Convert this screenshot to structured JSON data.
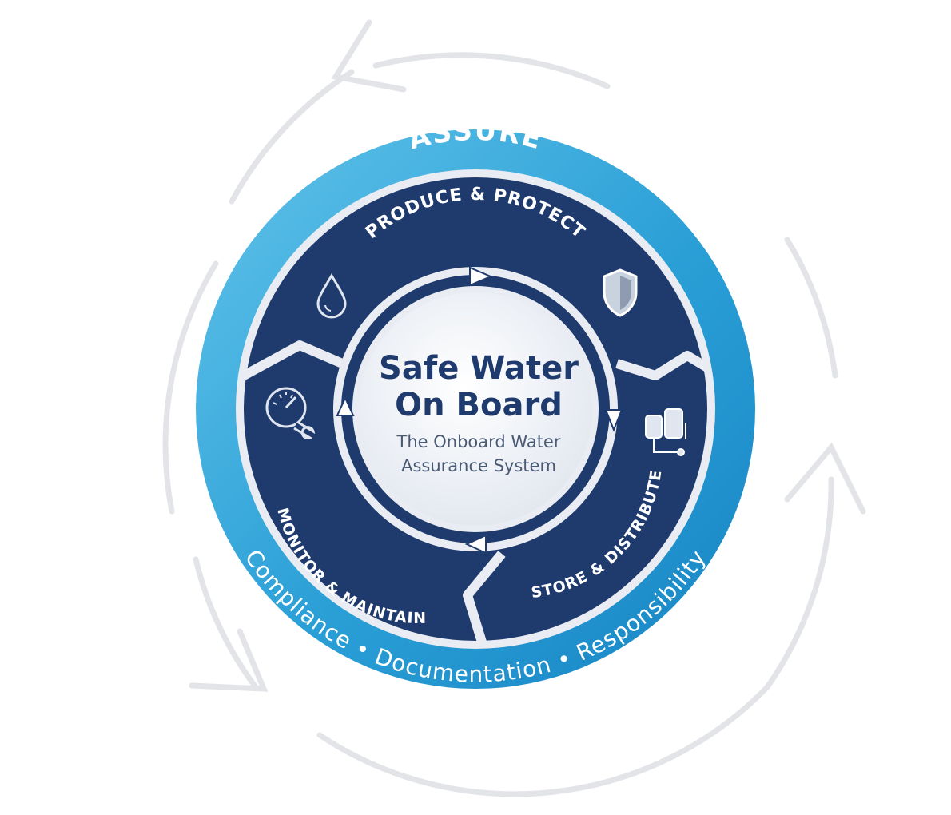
{
  "outer_label": "ASSURE",
  "segments": {
    "top": "PRODUCE & PROTECT",
    "right": "STORE & DISTRIBUTE",
    "left": "MONITOR & MAINTAIN"
  },
  "band_text": "Compliance • Documentation • Responsibility",
  "center": {
    "title_line1": "Safe Water",
    "title_line2": "On Board",
    "subtitle_line1": "The Onboard Water",
    "subtitle_line2": "Assurance System"
  },
  "icons": [
    "water-drop-icon",
    "shield-icon",
    "tanks-icon",
    "gauge-wrench-icon"
  ],
  "colors": {
    "outer_ring": "#2a9fd6",
    "navy": "#1f3a6d",
    "center": "#eef2f7",
    "loop_arrows": "#e2e4e8"
  }
}
